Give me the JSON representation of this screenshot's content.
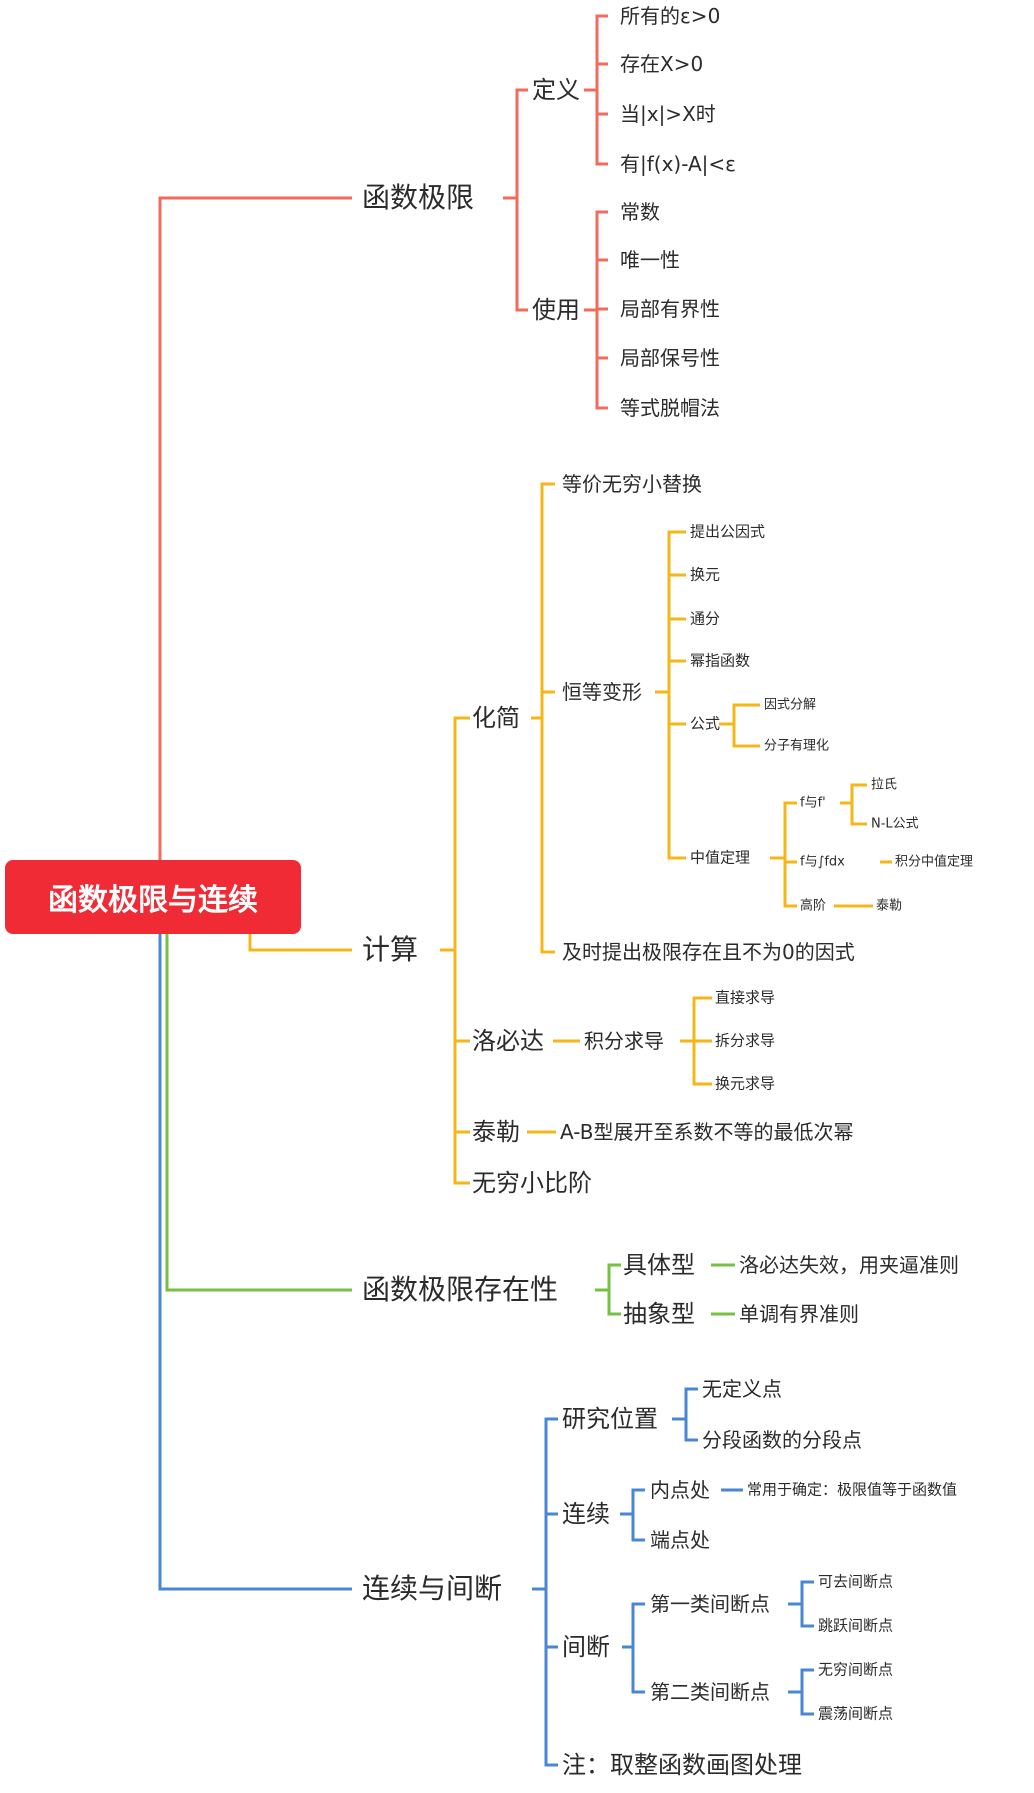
{
  "colors": {
    "root_bg": "#f02b36",
    "red": "#f26b5b",
    "orange": "#f5b617",
    "green": "#76c043",
    "blue": "#4a87d2"
  },
  "root": {
    "title": "函数极限与连续"
  },
  "branches": {
    "limit": {
      "title": "函数极限",
      "definition": {
        "title": "定义",
        "items": [
          "所有的ε>0",
          "存在X>0",
          "当|x|>X时",
          "有|f(x)-A|<ε"
        ]
      },
      "usage": {
        "title": "使用",
        "items": [
          "常数",
          "唯一性",
          "局部有界性",
          "局部保号性",
          "等式脱帽法"
        ]
      }
    },
    "calc": {
      "title": "计算",
      "simplify": {
        "title": "化简",
        "equiv": "等价无穷小替换",
        "identity": {
          "title": "恒等变形",
          "items": [
            "提出公因式",
            "换元",
            "通分",
            "幂指函数"
          ],
          "formula": {
            "title": "公式",
            "items": [
              "因式分解",
              "分子有理化"
            ]
          },
          "mvt": {
            "title": "中值定理",
            "f_fprime": {
              "title": "f与f'",
              "items": [
                "拉氏",
                "N-L公式"
              ]
            },
            "f_int": {
              "title": "f与∫fdx",
              "item": "积分中值定理"
            },
            "high": {
              "title": "高阶",
              "item": "泰勒"
            }
          }
        },
        "factor": "及时提出极限存在且不为0的因式"
      },
      "lhopital": {
        "title": "洛必达",
        "sub": {
          "title": "积分求导",
          "items": [
            "直接求导",
            "拆分求导",
            "换元求导"
          ]
        }
      },
      "taylor": {
        "title": "泰勒",
        "item": "A-B型展开至系数不等的最低次幂"
      },
      "infinitesimal": "无穷小比阶"
    },
    "existence": {
      "title": "函数极限存在性",
      "concrete": {
        "title": "具体型",
        "item": "洛必达失效，用夹逼准则"
      },
      "abstract": {
        "title": "抽象型",
        "item": "单调有界准则"
      }
    },
    "continuity": {
      "title": "连续与间断",
      "position": {
        "title": "研究位置",
        "items": [
          "无定义点",
          "分段函数的分段点"
        ]
      },
      "continuous": {
        "title": "连续",
        "interior": {
          "title": "内点处",
          "item": "常用于确定：极限值等于函数值"
        },
        "endpoint": "端点处"
      },
      "discontinuous": {
        "title": "间断",
        "first": {
          "title": "第一类间断点",
          "items": [
            "可去间断点",
            "跳跃间断点"
          ]
        },
        "second": {
          "title": "第二类间断点",
          "items": [
            "无穷间断点",
            "震荡间断点"
          ]
        }
      },
      "note": "注：取整函数画图处理"
    }
  }
}
